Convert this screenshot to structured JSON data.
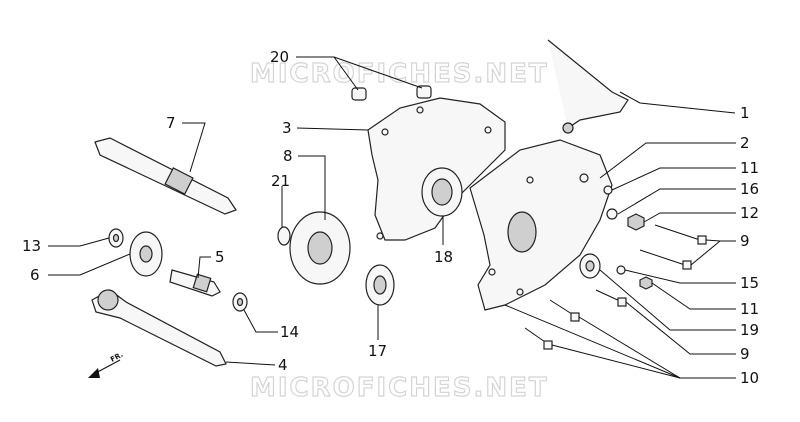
{
  "watermark": "MICROFICHES.NET",
  "direction_label": "FR.",
  "callouts": [
    {
      "id": "c20",
      "label": "20"
    },
    {
      "id": "c1",
      "label": "1"
    },
    {
      "id": "c7",
      "label": "7"
    },
    {
      "id": "c3",
      "label": "3"
    },
    {
      "id": "c2",
      "label": "2"
    },
    {
      "id": "c8",
      "label": "8"
    },
    {
      "id": "c11a",
      "label": "11"
    },
    {
      "id": "c21",
      "label": "21"
    },
    {
      "id": "c16",
      "label": "16"
    },
    {
      "id": "c12",
      "label": "12"
    },
    {
      "id": "c13",
      "label": "13"
    },
    {
      "id": "c9a",
      "label": "9"
    },
    {
      "id": "c5",
      "label": "5"
    },
    {
      "id": "c18",
      "label": "18"
    },
    {
      "id": "c6",
      "label": "6"
    },
    {
      "id": "c15",
      "label": "15"
    },
    {
      "id": "c11b",
      "label": "11"
    },
    {
      "id": "c14",
      "label": "14"
    },
    {
      "id": "c19",
      "label": "19"
    },
    {
      "id": "c17",
      "label": "17"
    },
    {
      "id": "c9b",
      "label": "9"
    },
    {
      "id": "c4",
      "label": "4"
    },
    {
      "id": "c10",
      "label": "10"
    }
  ]
}
